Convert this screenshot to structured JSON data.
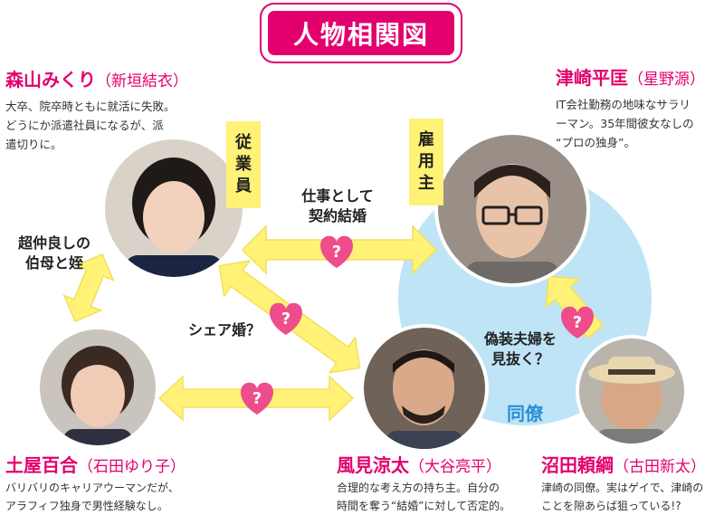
{
  "title": "人物相関図",
  "characters": {
    "mikuri": {
      "name": "森山みくり",
      "actor": "（新垣結衣）",
      "desc": [
        "大卒、院卒時ともに就活に失敗。",
        "どうにか派遣社員になるが、派",
        "遣切りに。"
      ]
    },
    "hiramasa": {
      "name": "津崎平匡",
      "actor": "（星野源）",
      "desc": [
        "IT会社勤務の地味なサラリ",
        "ーマン。35年間彼女なしの",
        "“プロの独身”。"
      ]
    },
    "yuriko": {
      "name": "土屋百合",
      "actor": "（石田ゆり子）",
      "desc": [
        "バリバリのキャリアウーマンだが、",
        "アラフィフ独身で男性経験なし。"
      ]
    },
    "ryota": {
      "name": "風見涼太",
      "actor": "（大谷亮平）",
      "desc": [
        "合理的な考え方の持ち主。自分の",
        "時間を奪う“結婚”に対して否定的。"
      ]
    },
    "yoritsuna": {
      "name": "沼田頼綱",
      "actor": "（古田新太）",
      "desc": [
        "津崎の同僚。実はゲイで、津崎の",
        "ことを隙あらば狙っている!?"
      ]
    }
  },
  "labels": {
    "employee": [
      "従",
      "業",
      "員"
    ],
    "employer": [
      "雇",
      "用",
      "主"
    ],
    "contract": [
      "仕事として",
      "契約結婚"
    ],
    "aunt": [
      "超仲良しの",
      "伯母と姪"
    ],
    "share": "シェア婚？",
    "fake": [
      "偽装夫婦を",
      "見抜く？"
    ],
    "colleague": "同僚",
    "question": "?"
  },
  "colors": {
    "accent": "#e3006e",
    "arrow": "#fff277",
    "arrow_edge": "#f2e05a",
    "heart": "#ee4d8c",
    "group": "#bfe4f6",
    "colleague_text": "#2a8fd6"
  }
}
